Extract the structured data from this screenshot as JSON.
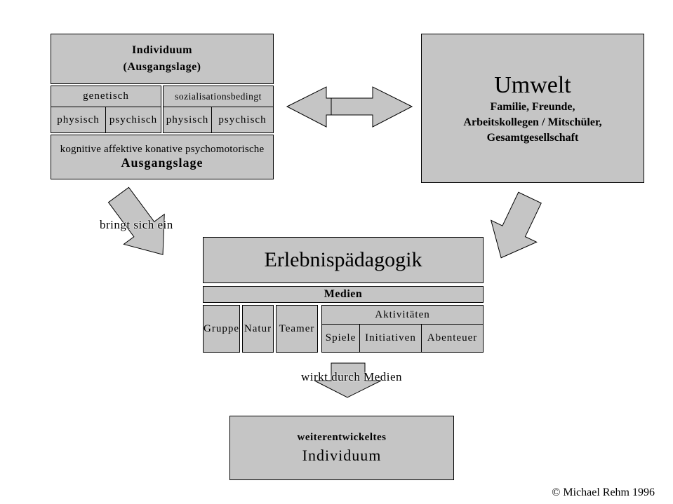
{
  "colors": {
    "box_fill": "#c5c5c5",
    "border_color": "#000000",
    "background": "#ffffff"
  },
  "individuum": {
    "title1": "Individuum",
    "title2": "(Ausgangslage)",
    "genetisch": "genetisch",
    "sozialisationsbedingt": "sozialisationsbedingt",
    "cells": [
      "physisch",
      "psychisch",
      "physisch",
      "psychisch"
    ],
    "bottom1": "kognitive affektive konative psychomotorische",
    "bottom2": "Ausgangslage"
  },
  "umwelt": {
    "title": "Umwelt",
    "lines": [
      "Familie, Freunde,",
      "Arbeitskollegen / Mitschüler,",
      "Gesamtgesellschaft"
    ]
  },
  "ep": {
    "title": "Erlebnispädagogik",
    "medien": "Medien",
    "gruppe": "Gruppe",
    "natur": "Natur",
    "teamer": "Teamer",
    "aktivitaeten": "Aktivitäten",
    "spiele": "Spiele",
    "initiativen": "Initiativen",
    "abenteuer": "Abenteuer"
  },
  "labels": {
    "bringt_sich_ein": "bringt sich ein",
    "wirkt_durch_medien": "wirkt durch Medien"
  },
  "result": {
    "line1": "weiterentwickeltes",
    "line2": "Individuum"
  },
  "copyright": "© Michael Rehm 1996",
  "arrows": {
    "individuum_umwelt": "double-headed horizontal block arrow",
    "individuum_to_ep": "block arrow pointing down-right",
    "umwelt_to_ep": "block arrow pointing down-left",
    "ep_to_result": "block arrow pointing down"
  }
}
